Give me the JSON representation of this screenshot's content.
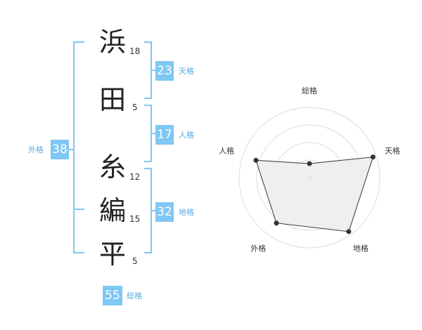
{
  "name": {
    "characters": [
      {
        "char": "浜",
        "strokes": "18"
      },
      {
        "char": "田",
        "strokes": "5"
      },
      {
        "char": "糸",
        "strokes": "12"
      },
      {
        "char": "編",
        "strokes": "15"
      },
      {
        "char": "平",
        "strokes": "5"
      }
    ]
  },
  "fortune": {
    "tenkaku": {
      "value": "23",
      "label": "天格"
    },
    "jinkaku": {
      "value": "17",
      "label": "人格"
    },
    "chikaku": {
      "value": "32",
      "label": "地格"
    },
    "gaikaku": {
      "value": "38",
      "label": "外格"
    },
    "soukaku": {
      "value": "55",
      "label": "総格"
    }
  },
  "colors": {
    "bracket": "#7fc7f4",
    "box": "#7fc7f4",
    "label": "#5aa9e0",
    "radar_fill": "#ececec",
    "radar_stroke": "#333333"
  },
  "chart_data": {
    "type": "radar",
    "axes": [
      "総格",
      "天格",
      "地格",
      "外格",
      "人格"
    ],
    "values": [
      0.2,
      0.95,
      0.95,
      0.8,
      0.8
    ],
    "max": 1,
    "rings": 4
  }
}
